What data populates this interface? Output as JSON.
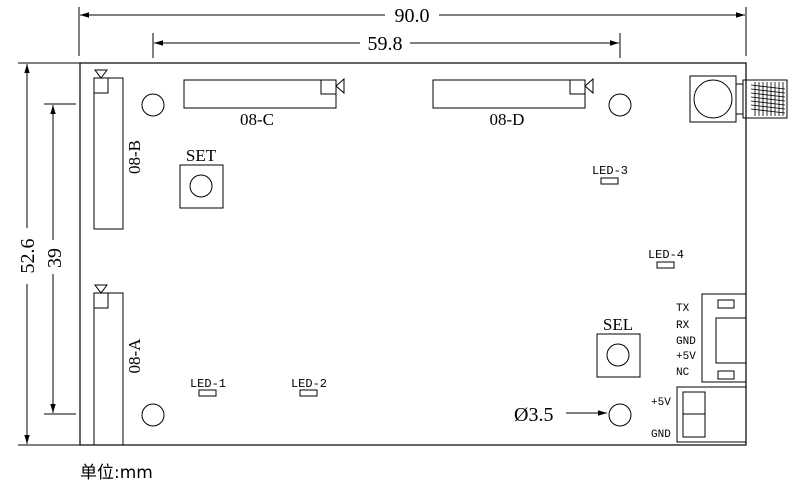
{
  "dimensions": {
    "overall_width": "90.0",
    "hole_spacing_x": "59.8",
    "overall_height": "52.6",
    "hole_spacing_y": "39",
    "hole_diameter": "Ø3.5"
  },
  "connectors": {
    "a": "08-A",
    "b": "08-B",
    "c": "08-C",
    "d": "08-D"
  },
  "buttons": {
    "set": "SET",
    "sel": "SEL"
  },
  "leds": {
    "led1": "LED-1",
    "led2": "LED-2",
    "led3": "LED-3",
    "led4": "LED-4"
  },
  "uart_pins": [
    "TX",
    "RX",
    "GND",
    "+5V",
    "NC"
  ],
  "power_pins": [
    "+5V",
    "GND"
  ],
  "unit_label": "单位:mm"
}
